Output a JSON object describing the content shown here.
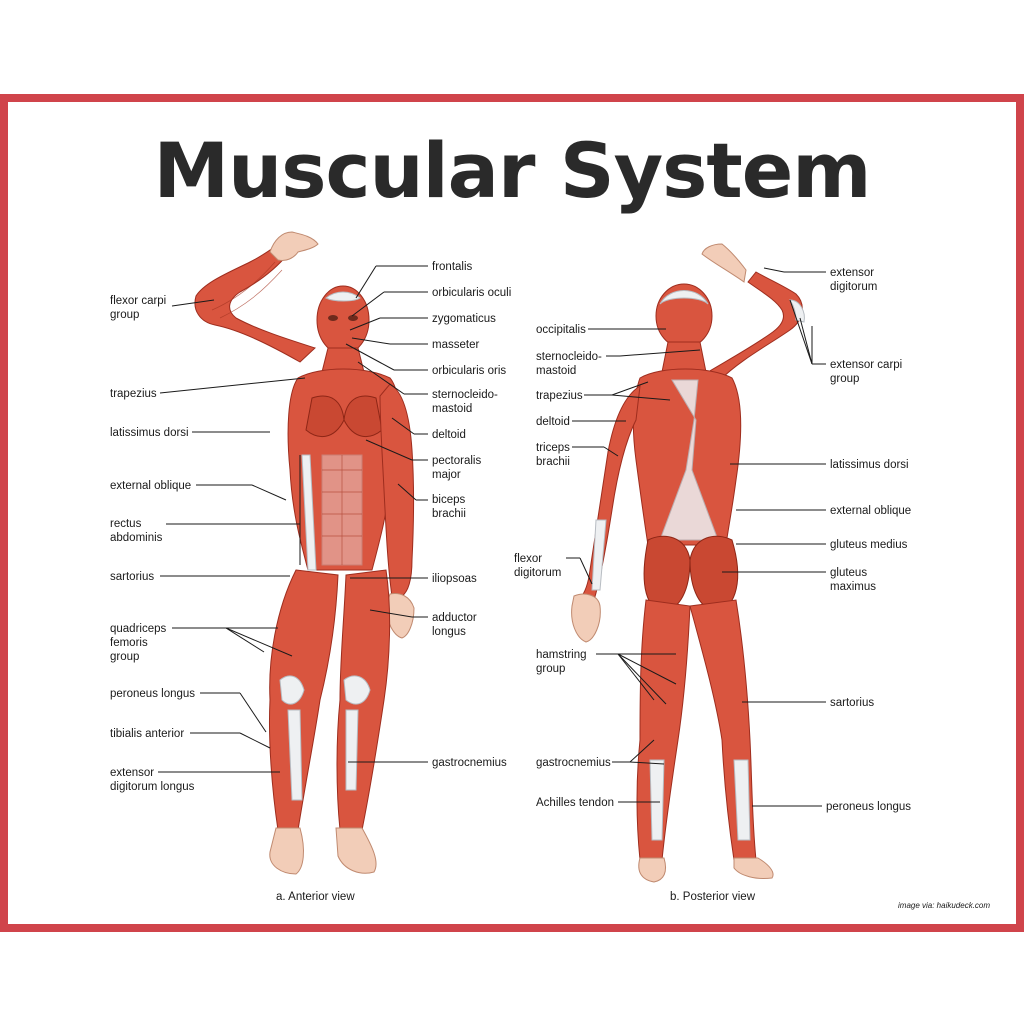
{
  "title": "Muscular System",
  "colors": {
    "border": "#d0444b",
    "muscle": "#d9553f",
    "tendon": "#eef0f2",
    "text": "#1a1a1a"
  },
  "anterior": {
    "caption": "a. Anterior view",
    "left_labels": {
      "flexor_carpi_1": "flexor carpi",
      "flexor_carpi_2": "group",
      "trapezius": "trapezius",
      "latissimus_dorsi": "latissimus dorsi",
      "external_oblique": "external oblique",
      "rectus_1": "rectus",
      "rectus_2": "abdominis",
      "sartorius": "sartorius",
      "quadriceps_1": "quadriceps",
      "quadriceps_2": "femoris",
      "quadriceps_3": "group",
      "peroneus_longus": "peroneus longus",
      "tibialis_anterior": "tibialis anterior",
      "extensor_dig_longus_1": "extensor",
      "extensor_dig_longus_2": "digitorum longus"
    },
    "right_labels": {
      "frontalis": "frontalis",
      "orbicularis_oculi": "orbicularis oculi",
      "zygomaticus": "zygomaticus",
      "masseter": "masseter",
      "orbicularis_oris": "orbicularis oris",
      "sternocleido_1": "sternocleido-",
      "sternocleido_2": "mastoid",
      "deltoid": "deltoid",
      "pectoralis_1": "pectoralis",
      "pectoralis_2": "major",
      "biceps_1": "biceps",
      "biceps_2": "brachii",
      "iliopsoas": "iliopsoas",
      "adductor_1": "adductor",
      "adductor_2": "longus",
      "gastrocnemius": "gastrocnemius"
    }
  },
  "posterior": {
    "caption": "b. Posterior view",
    "left_labels": {
      "occipitalis": "occipitalis",
      "sternocleido_1": "sternocleido-",
      "sternocleido_2": "mastoid",
      "trapezius": "trapezius",
      "deltoid": "deltoid",
      "triceps_1": "triceps",
      "triceps_2": "brachii",
      "flexor_dig_1": "flexor",
      "flexor_dig_2": "digitorum",
      "hamstring_1": "hamstring",
      "hamstring_2": "group",
      "gastrocnemius": "gastrocnemius",
      "achilles": "Achilles tendon"
    },
    "right_labels": {
      "extensor_dig_1": "extensor",
      "extensor_dig_2": "digitorum",
      "extensor_carpi_1": "extensor carpi",
      "extensor_carpi_2": "group",
      "latissimus_dorsi": "latissimus dorsi",
      "external_oblique": "external oblique",
      "gluteus_medius": "gluteus medius",
      "gluteus_max_1": "gluteus",
      "gluteus_max_2": "maximus",
      "sartorius": "sartorius",
      "peroneus_longus": "peroneus longus"
    }
  },
  "credit": "image via: haikudeck.com"
}
